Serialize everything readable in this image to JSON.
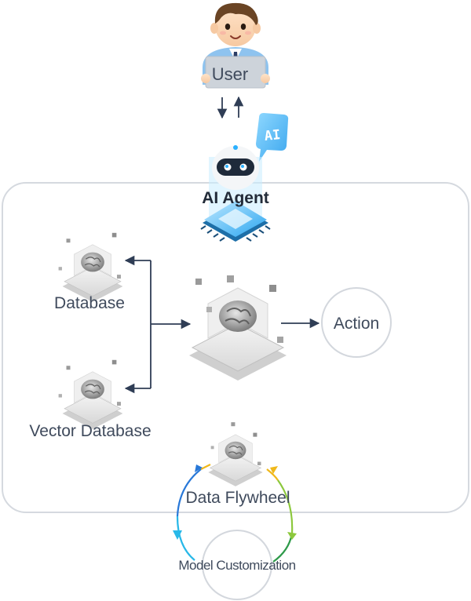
{
  "nodes": {
    "user": {
      "label": "User",
      "icon": "user-avatar-icon"
    },
    "agent": {
      "label": "AI Agent",
      "badge": "AI",
      "icon": "robot-icon"
    },
    "database": {
      "label": "Database",
      "icon": "brain-chip-icon"
    },
    "vector_database": {
      "label": "Vector Database",
      "icon": "brain-chip-icon"
    },
    "core": {
      "icon": "brain-chip-icon"
    },
    "action": {
      "label": "Action"
    },
    "flywheel": {
      "label": "Data Flywheel",
      "icon": "brain-chip-icon"
    },
    "customization": {
      "label": "Model Customization"
    }
  },
  "colors": {
    "frame": "#d5d9df",
    "arrow": "#2f3d55",
    "loop_blue": "#2878d8",
    "loop_cyan": "#28b8e8",
    "loop_yellow": "#f0b81a",
    "loop_green": "#8cc83c",
    "loop_dark_green": "#2e9a4a"
  }
}
